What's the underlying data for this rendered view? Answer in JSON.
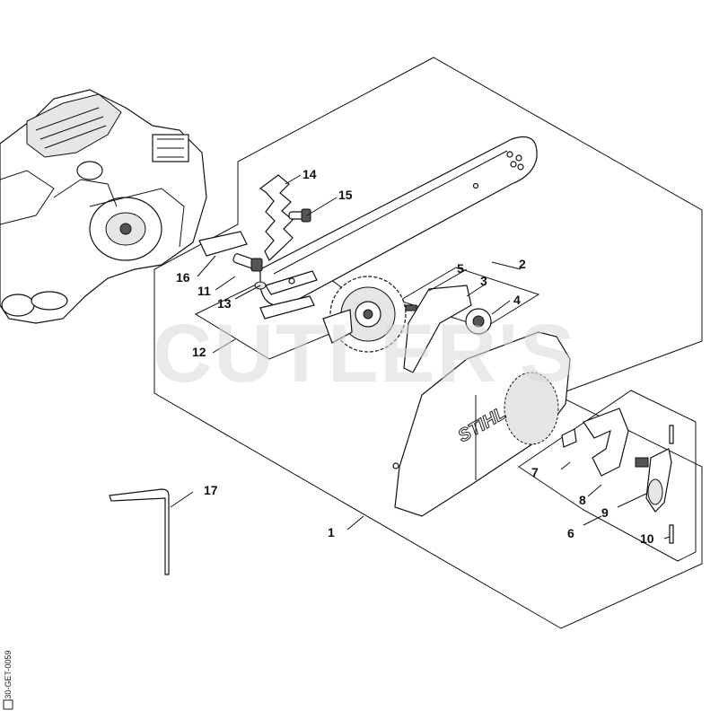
{
  "watermark": "CUTLER'S",
  "brand_mark": "STIHL",
  "document_id": "1130-GET-0059",
  "callouts": [
    {
      "id": "c1",
      "label": "1"
    },
    {
      "id": "c2",
      "label": "2"
    },
    {
      "id": "c3",
      "label": "3"
    },
    {
      "id": "c4",
      "label": "4"
    },
    {
      "id": "c5",
      "label": "5"
    },
    {
      "id": "c6",
      "label": "6"
    },
    {
      "id": "c7",
      "label": "7"
    },
    {
      "id": "c8",
      "label": "8"
    },
    {
      "id": "c9",
      "label": "9"
    },
    {
      "id": "c10",
      "label": "10"
    },
    {
      "id": "c11",
      "label": "11"
    },
    {
      "id": "c12",
      "label": "12"
    },
    {
      "id": "c13",
      "label": "13"
    },
    {
      "id": "c14",
      "label": "14"
    },
    {
      "id": "c15",
      "label": "15"
    },
    {
      "id": "c16",
      "label": "16"
    },
    {
      "id": "c17",
      "label": "17"
    }
  ]
}
